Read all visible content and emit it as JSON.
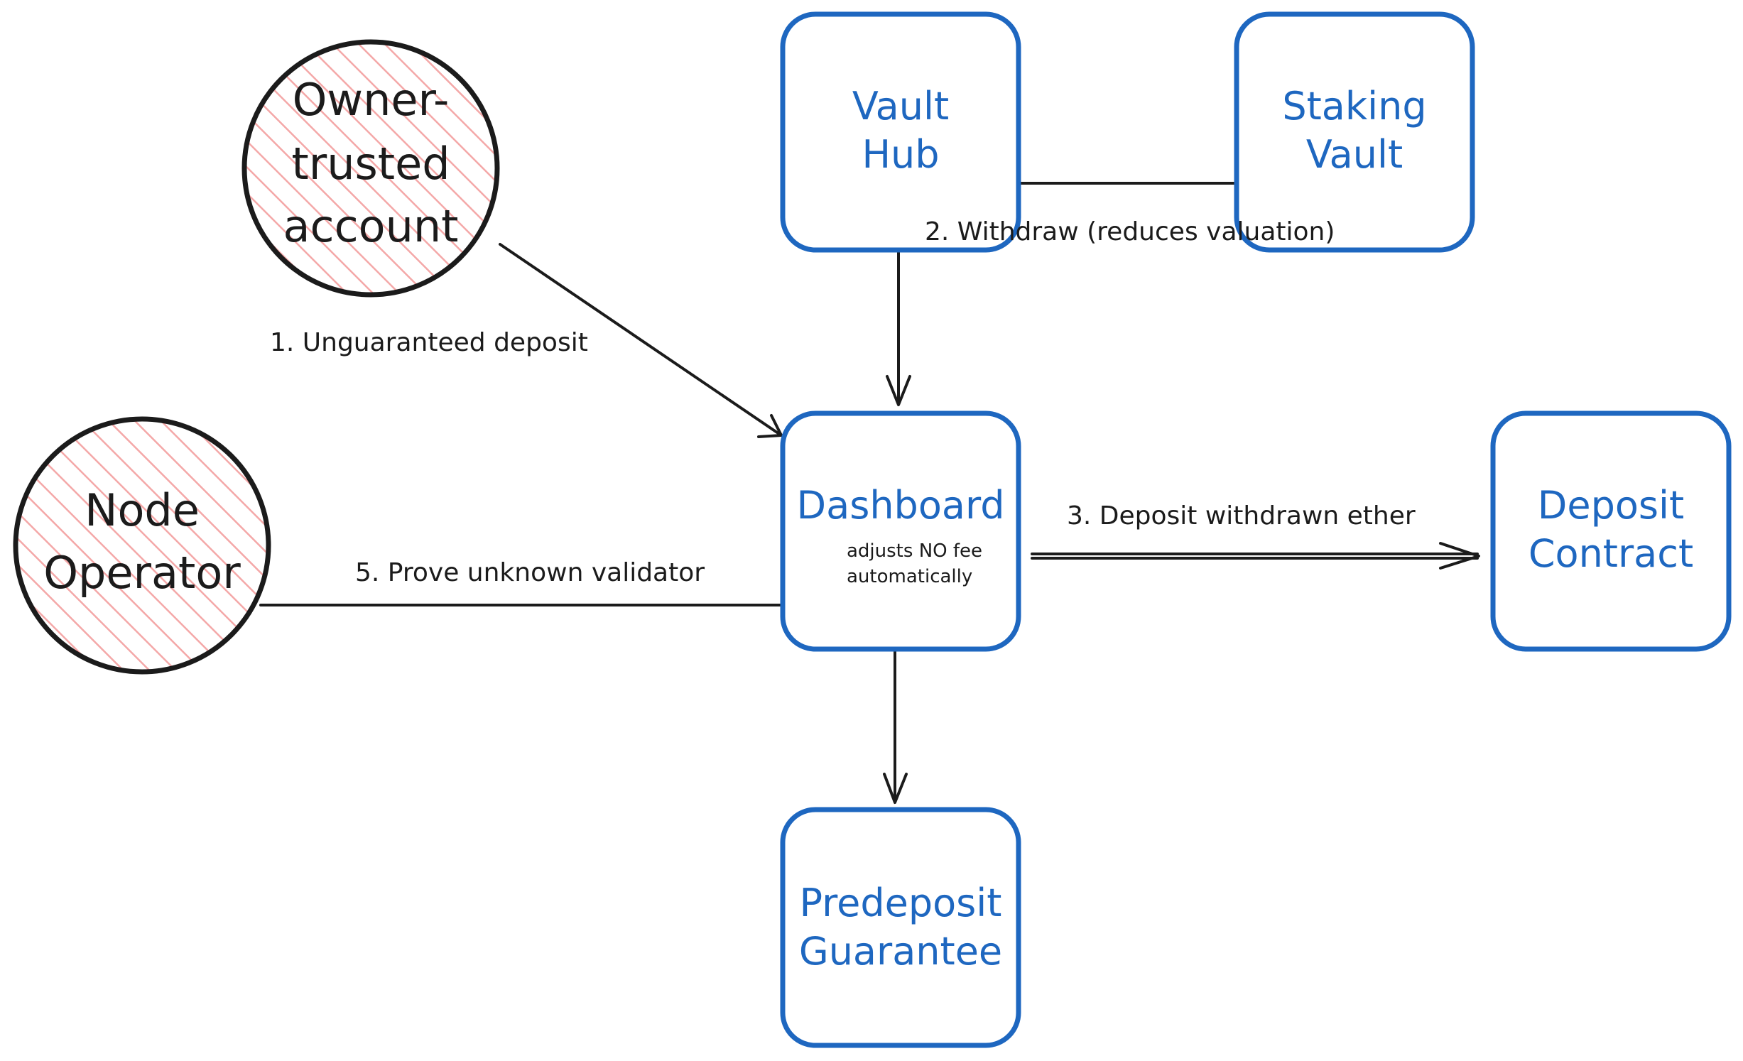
{
  "colors": {
    "box_stroke": "#1e67c0",
    "box_text": "#1e67c0",
    "actor_fill_hatch": "#f4a8a8",
    "line": "#1b1b1b"
  },
  "nodes": {
    "vault_hub": {
      "lines": [
        "Vault",
        "Hub"
      ]
    },
    "staking_vault": {
      "lines": [
        "Staking",
        "Vault"
      ]
    },
    "dashboard": {
      "lines": [
        "Dashboard"
      ],
      "note": [
        "adjusts NO fee",
        "automatically"
      ]
    },
    "deposit_contract": {
      "lines": [
        "Deposit",
        "Contract"
      ]
    },
    "predeposit_guarantee": {
      "lines": [
        "Predeposit",
        "Guarantee"
      ]
    }
  },
  "actors": {
    "owner_trusted_account": {
      "lines": [
        "Owner-",
        "trusted",
        "account"
      ]
    },
    "node_operator": {
      "lines": [
        "Node",
        "Operator"
      ]
    }
  },
  "edges": {
    "unguaranteed_deposit": "1. Unguaranteed deposit",
    "withdraw": "2. Withdraw (reduces valuation)",
    "deposit_withdrawn_ether": "3. Deposit withdrawn ether",
    "prove_unknown_validator": "5. Prove unknown validator"
  }
}
